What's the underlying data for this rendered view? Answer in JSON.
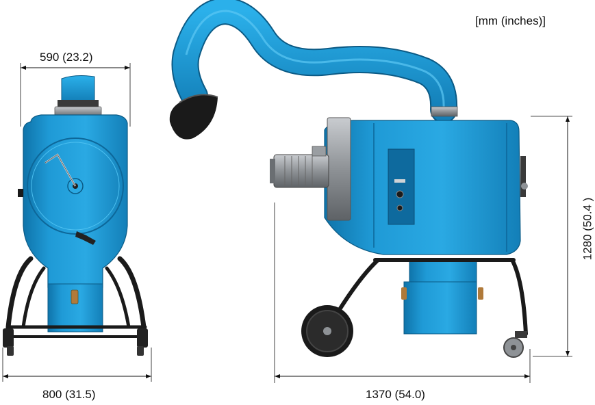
{
  "annotations": {
    "units": "[mm (inches)]",
    "top_width": "590 (23.2)",
    "base_width": "800 (31.5)",
    "side_length": "1370 (54.0)",
    "height": "1280 (50.4 )"
  },
  "colors": {
    "body_blue": "#1e9bd7",
    "body_blue_dark": "#0f74aa",
    "frame_black": "#1a1a1a",
    "motor_grey": "#8e9296"
  },
  "icons": [
    "crank-handle-icon",
    "hose-nozzle-icon",
    "wheel-icon",
    "caster-icon",
    "control-panel-icon"
  ]
}
